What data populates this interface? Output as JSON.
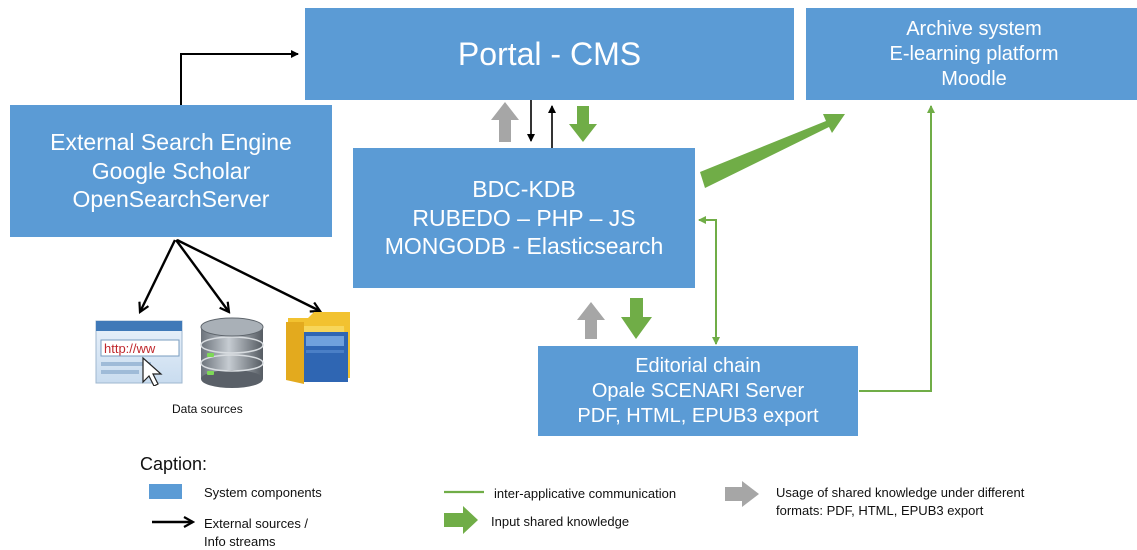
{
  "boxes": {
    "portal": {
      "title": "Portal - CMS"
    },
    "archive": {
      "lines": [
        "Archive system",
        "E-learning platform",
        "Moodle"
      ]
    },
    "search": {
      "lines": [
        "External Search Engine",
        "Google Scholar",
        "OpenSearchServer"
      ]
    },
    "bdc": {
      "lines": [
        "BDC-KDB",
        "RUBEDO – PHP – JS",
        "MONGODB - Elasticsearch"
      ]
    },
    "editorial": {
      "lines": [
        "Editorial chain",
        "Opale SCENARI Server",
        "PDF, HTML, EPUB3 export"
      ]
    }
  },
  "data_sources": {
    "label": "Data sources",
    "icons": [
      "web-browser-url-icon",
      "database-icon",
      "folder-icon"
    ],
    "browser_url_text": "http://ww"
  },
  "caption": {
    "title": "Caption:",
    "items": {
      "components": "System components",
      "external_1": "External sources /",
      "external_2": "Info streams",
      "interapp": "inter-applicative communication",
      "input": "Input shared knowledge",
      "usage_1": "Usage of shared knowledge under different",
      "usage_2": "formats: PDF, HTML, EPUB3 export"
    }
  },
  "colors": {
    "box_fill": "#5b9bd5",
    "green_arrow": "#70ad47",
    "grey_arrow": "#a6a6a6",
    "green_line": "#70ad47",
    "black_arrow": "#000000"
  }
}
